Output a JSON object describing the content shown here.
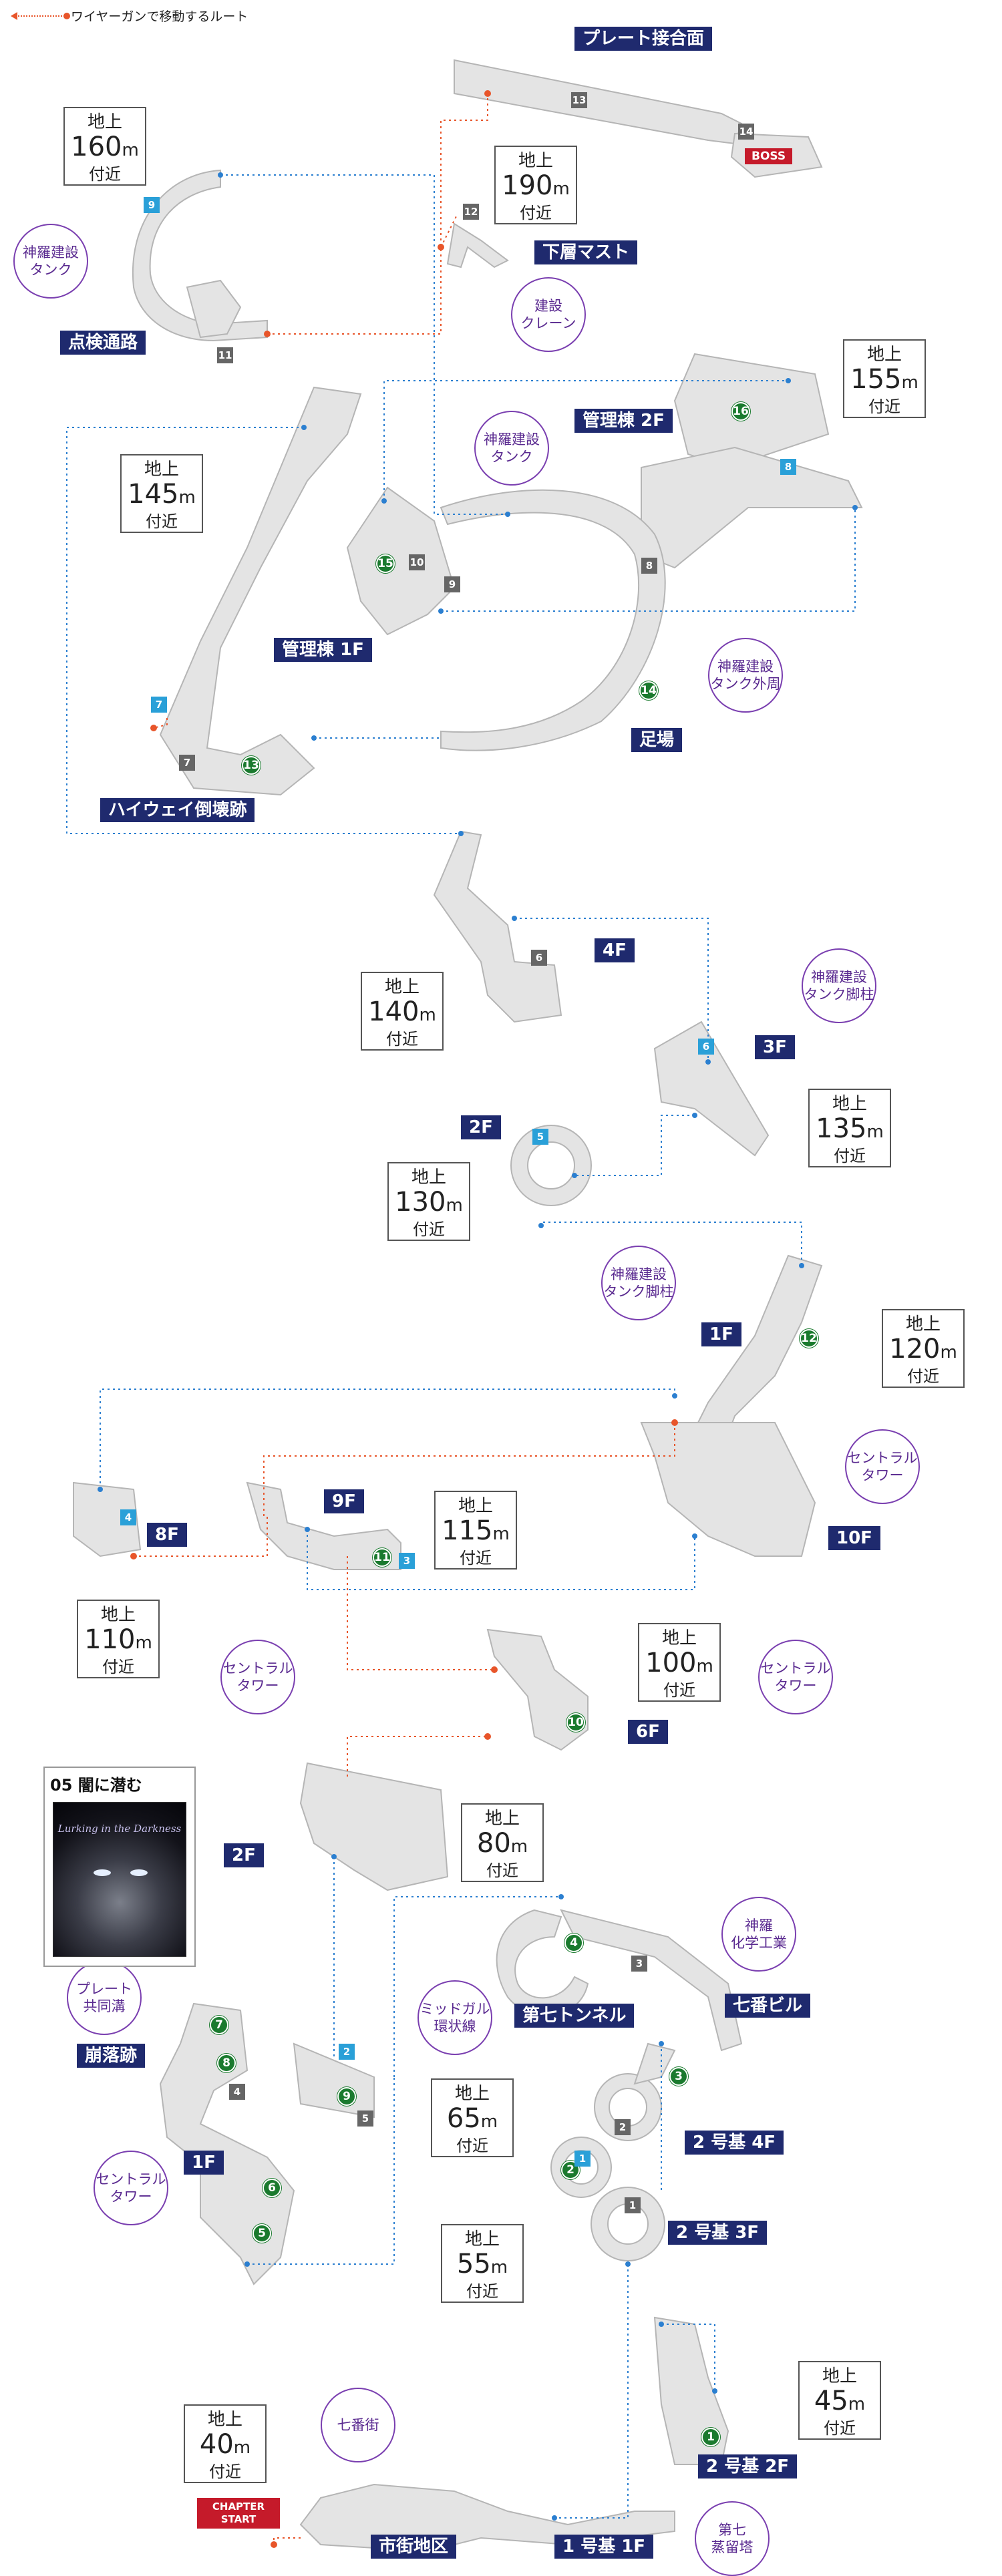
{
  "legend": {
    "text": "ワイヤーガンで移動するルート"
  },
  "area_labels": [
    {
      "id": "plate",
      "text": "プレート接合面"
    },
    {
      "id": "mast",
      "text": "下層マスト"
    },
    {
      "id": "inspect",
      "text": "点検通路"
    },
    {
      "id": "admin2f",
      "text": "管理棟 2F"
    },
    {
      "id": "admin1f",
      "text": "管理棟 1F"
    },
    {
      "id": "scaffold",
      "text": "足場"
    },
    {
      "id": "highway",
      "text": "ハイウェイ倒壊跡"
    },
    {
      "id": "f4",
      "text": "4F"
    },
    {
      "id": "f3",
      "text": "3F"
    },
    {
      "id": "f2a",
      "text": "2F"
    },
    {
      "id": "f1a",
      "text": "1F"
    },
    {
      "id": "f10",
      "text": "10F"
    },
    {
      "id": "f9",
      "text": "9F"
    },
    {
      "id": "f8",
      "text": "8F"
    },
    {
      "id": "f6",
      "text": "6F"
    },
    {
      "id": "f2b",
      "text": "2F"
    },
    {
      "id": "tunnel7",
      "text": "第七トンネル"
    },
    {
      "id": "bldg7",
      "text": "七番ビル"
    },
    {
      "id": "base2_4f",
      "text": "2 号基 4F"
    },
    {
      "id": "base2_3f",
      "text": "2 号基 3F"
    },
    {
      "id": "base2_2f",
      "text": "2 号基 2F"
    },
    {
      "id": "ruins",
      "text": "崩落跡"
    },
    {
      "id": "f1b",
      "text": "1F"
    },
    {
      "id": "market",
      "text": "市街地区"
    },
    {
      "id": "base1_1f",
      "text": "1 号基 1F"
    }
  ],
  "altitudes": [
    {
      "id": "a160",
      "top": "地上",
      "value": "160",
      "unit": "m",
      "bottom": "付近"
    },
    {
      "id": "a190",
      "top": "地上",
      "value": "190",
      "unit": "m",
      "bottom": "付近"
    },
    {
      "id": "a155",
      "top": "地上",
      "value": "155",
      "unit": "m",
      "bottom": "付近"
    },
    {
      "id": "a145",
      "top": "地上",
      "value": "145",
      "unit": "m",
      "bottom": "付近"
    },
    {
      "id": "a140",
      "top": "地上",
      "value": "140",
      "unit": "m",
      "bottom": "付近"
    },
    {
      "id": "a135",
      "top": "地上",
      "value": "135",
      "unit": "m",
      "bottom": "付近"
    },
    {
      "id": "a130",
      "top": "地上",
      "value": "130",
      "unit": "m",
      "bottom": "付近"
    },
    {
      "id": "a120",
      "top": "地上",
      "value": "120",
      "unit": "m",
      "bottom": "付近"
    },
    {
      "id": "a115",
      "top": "地上",
      "value": "115",
      "unit": "m",
      "bottom": "付近"
    },
    {
      "id": "a110",
      "top": "地上",
      "value": "110",
      "unit": "m",
      "bottom": "付近"
    },
    {
      "id": "a100",
      "top": "地上",
      "value": "100",
      "unit": "m",
      "bottom": "付近"
    },
    {
      "id": "a80",
      "top": "地上",
      "value": "80",
      "unit": "m",
      "bottom": "付近"
    },
    {
      "id": "a65",
      "top": "地上",
      "value": "65",
      "unit": "m",
      "bottom": "付近"
    },
    {
      "id": "a55",
      "top": "地上",
      "value": "55",
      "unit": "m",
      "bottom": "付近"
    },
    {
      "id": "a45",
      "top": "地上",
      "value": "45",
      "unit": "m",
      "bottom": "付近"
    },
    {
      "id": "a40",
      "top": "地上",
      "value": "40",
      "unit": "m",
      "bottom": "付近"
    }
  ],
  "regions": [
    {
      "id": "tank1",
      "lines": [
        "神羅建設",
        "タンク"
      ]
    },
    {
      "id": "crane",
      "lines": [
        "建設",
        "クレーン"
      ]
    },
    {
      "id": "tank2",
      "lines": [
        "神羅建設",
        "タンク"
      ]
    },
    {
      "id": "tankouter",
      "lines": [
        "神羅建設",
        "タンク外周"
      ]
    },
    {
      "id": "tankpillar",
      "lines": [
        "神羅建設",
        "タンク脚柱"
      ]
    },
    {
      "id": "tankpillar2",
      "lines": [
        "神羅建設",
        "タンク脚柱"
      ]
    },
    {
      "id": "central1",
      "lines": [
        "セントラル",
        "タワー"
      ]
    },
    {
      "id": "central2",
      "lines": [
        "セントラル",
        "タワー"
      ]
    },
    {
      "id": "central3",
      "lines": [
        "セントラル",
        "タワー"
      ]
    },
    {
      "id": "chem",
      "lines": [
        "神羅",
        "化学工業"
      ]
    },
    {
      "id": "midgar",
      "lines": [
        "ミッドガル",
        "環状線"
      ]
    },
    {
      "id": "plate_ditch",
      "lines": [
        "プレート",
        "共同溝"
      ]
    },
    {
      "id": "central4",
      "lines": [
        "セントラル",
        "タワー"
      ]
    },
    {
      "id": "sector7",
      "lines": [
        "七番街"
      ]
    },
    {
      "id": "steam7",
      "lines": [
        "第七",
        "蒸留塔"
      ]
    }
  ],
  "markers_green": [
    "16",
    "15",
    "14",
    "13",
    "12",
    "11",
    "10",
    "9",
    "8",
    "7",
    "6",
    "5",
    "4",
    "3",
    "2",
    "1"
  ],
  "markers_blue": [
    "9",
    "8",
    "7",
    "6",
    "5",
    "4",
    "3",
    "2",
    "1"
  ],
  "markers_gray": [
    "14",
    "13",
    "12",
    "11",
    "10",
    "9",
    "8",
    "7",
    "6",
    "5",
    "4",
    "3",
    "2",
    "1"
  ],
  "boss": "BOSS",
  "start": {
    "line1": "CHAPTER",
    "line2": "START"
  },
  "chapter_box": {
    "title": "05 闇に潜む",
    "image_caption": "Lurking in the Darkness"
  },
  "colors": {
    "label_bg": "#1f2a6e",
    "route": "#e8552a",
    "dotted": "#2b7fd0",
    "path_fill": "#e3e3e3",
    "green": "#1a7a2e",
    "blue": "#2aa0d8",
    "boss": "#c51a2a",
    "region": "#7a3fb0"
  }
}
